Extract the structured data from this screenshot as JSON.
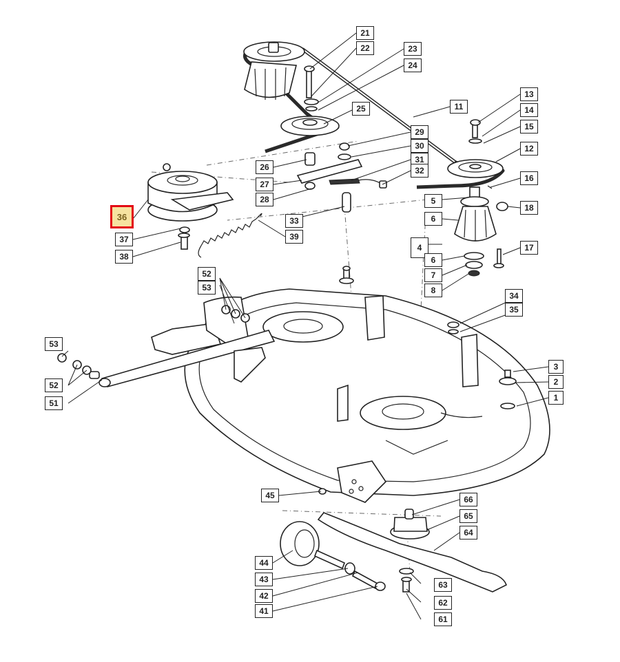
{
  "callouts": [
    {
      "label": "21",
      "highlight": false
    },
    {
      "label": "22",
      "highlight": false
    },
    {
      "label": "23",
      "highlight": false
    },
    {
      "label": "24",
      "highlight": false
    },
    {
      "label": "25",
      "highlight": false
    },
    {
      "label": "11",
      "highlight": false
    },
    {
      "label": "13",
      "highlight": false
    },
    {
      "label": "14",
      "highlight": false
    },
    {
      "label": "15",
      "highlight": false
    },
    {
      "label": "12",
      "highlight": false
    },
    {
      "label": "29",
      "highlight": false
    },
    {
      "label": "30",
      "highlight": false
    },
    {
      "label": "31",
      "highlight": false
    },
    {
      "label": "32",
      "highlight": false
    },
    {
      "label": "26",
      "highlight": false
    },
    {
      "label": "27",
      "highlight": false
    },
    {
      "label": "28",
      "highlight": false
    },
    {
      "label": "16",
      "highlight": false
    },
    {
      "label": "5",
      "highlight": false
    },
    {
      "label": "6",
      "highlight": false
    },
    {
      "label": "18",
      "highlight": false
    },
    {
      "label": "36",
      "highlight": true
    },
    {
      "label": "33",
      "highlight": false
    },
    {
      "label": "39",
      "highlight": false
    },
    {
      "label": "37",
      "highlight": false
    },
    {
      "label": "38",
      "highlight": false
    },
    {
      "label": "4",
      "highlight": false
    },
    {
      "label": "17",
      "highlight": false
    },
    {
      "label": "6",
      "highlight": false
    },
    {
      "label": "7",
      "highlight": false
    },
    {
      "label": "8",
      "highlight": false
    },
    {
      "label": "52",
      "highlight": false
    },
    {
      "label": "53",
      "highlight": false
    },
    {
      "label": "34",
      "highlight": false
    },
    {
      "label": "35",
      "highlight": false
    },
    {
      "label": "53",
      "highlight": false
    },
    {
      "label": "52",
      "highlight": false
    },
    {
      "label": "51",
      "highlight": false
    },
    {
      "label": "3",
      "highlight": false
    },
    {
      "label": "2",
      "highlight": false
    },
    {
      "label": "1",
      "highlight": false
    },
    {
      "label": "45",
      "highlight": false
    },
    {
      "label": "66",
      "highlight": false
    },
    {
      "label": "65",
      "highlight": false
    },
    {
      "label": "64",
      "highlight": false
    },
    {
      "label": "44",
      "highlight": false
    },
    {
      "label": "43",
      "highlight": false
    },
    {
      "label": "63",
      "highlight": false
    },
    {
      "label": "42",
      "highlight": false
    },
    {
      "label": "62",
      "highlight": false
    },
    {
      "label": "41",
      "highlight": false
    },
    {
      "label": "61",
      "highlight": false
    }
  ],
  "colors": {
    "line": "#222222",
    "highlight_border": "#e30613",
    "highlight_fill": "#f6e3a0"
  }
}
